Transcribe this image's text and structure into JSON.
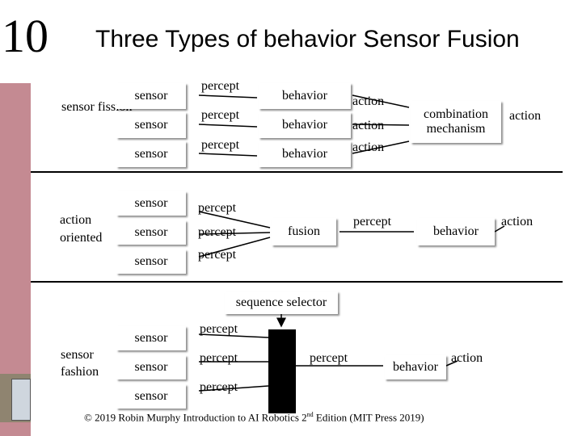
{
  "chapter_number": "10",
  "title": "Three Types of behavior Sensor Fusion",
  "labels": {
    "sensor": "sensor",
    "percept": "percept",
    "behavior": "behavior",
    "action": "action",
    "fusion": "fusion",
    "sequence_selector": "sequence selector"
  },
  "sections": {
    "fission": {
      "name": "sensor fission",
      "combination": "combination mechanism"
    },
    "action_oriented": {
      "name": "action oriented"
    },
    "fashion": {
      "name": "sensor fashion"
    }
  },
  "footer": {
    "text": "© 2019 Robin Murphy Introduction to AI Robotics 2",
    "sup": "nd",
    "text_after": " Edition (MIT Press 2019)"
  },
  "colors": {
    "sidebar": "#c48a92",
    "accent_block": "#000000"
  }
}
